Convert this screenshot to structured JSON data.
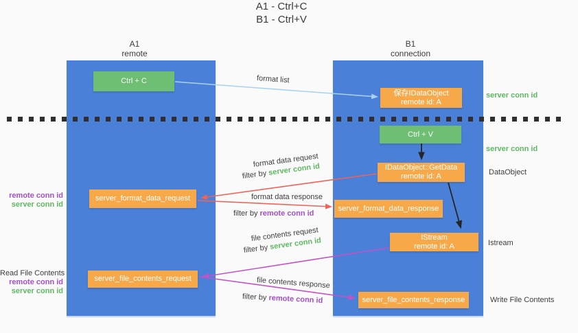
{
  "title": {
    "line1": "A1 - Ctrl+C",
    "line2": "B1 - Ctrl+V"
  },
  "columns": {
    "left": {
      "name": "A1",
      "subtitle": "remote"
    },
    "right": {
      "name": "B1",
      "subtitle": "connection"
    }
  },
  "nodes": {
    "ctrl_c": "Ctrl + C",
    "ctrl_v": "Ctrl + V",
    "save_dataobject": {
      "line1": "保存IDataObject",
      "line2": "remote id: A"
    },
    "getdata": {
      "line1": "IDataObject::GetData",
      "line2": "remote id: A"
    },
    "istream": {
      "line1": "IStream",
      "line2": "remote id: A"
    },
    "format_request": "server_format_data_request",
    "format_response": "server_format_data_response",
    "file_request": "server_file_contents_request",
    "file_response": "server_file_contents_response"
  },
  "flow_labels": {
    "format_list": "format list",
    "format_data_request": "format data request",
    "format_data_response": "format data response",
    "file_contents_request": "file contents request",
    "file_contents_response": "file contents response",
    "filter_by": "filter by",
    "server_conn_id": "server conn id",
    "remote_conn_id": "remote conn id"
  },
  "side_labels": {
    "server_conn_id_top": "server conn id",
    "server_conn_id_mid": "server conn id",
    "dataobject": "DataObject",
    "istream": "Istream",
    "write_file_contents": "Write File Contents",
    "read_file_contents": "Read File Contents",
    "remote_conn_id": "remote conn id",
    "server_conn_id": "server conn id"
  },
  "colors": {
    "column_blue": "#4A80D8",
    "node_green": "#6EBE74",
    "node_orange": "#F7A94A",
    "arrow_light_blue": "#A9D2F0",
    "arrow_red": "#ED6458",
    "arrow_magenta": "#C253C6",
    "arrow_black": "#252525",
    "label_green": "#5FB862",
    "label_purple": "#A24FC9",
    "text_dark": "#3D3D3D",
    "background": "#FAFAFA"
  }
}
